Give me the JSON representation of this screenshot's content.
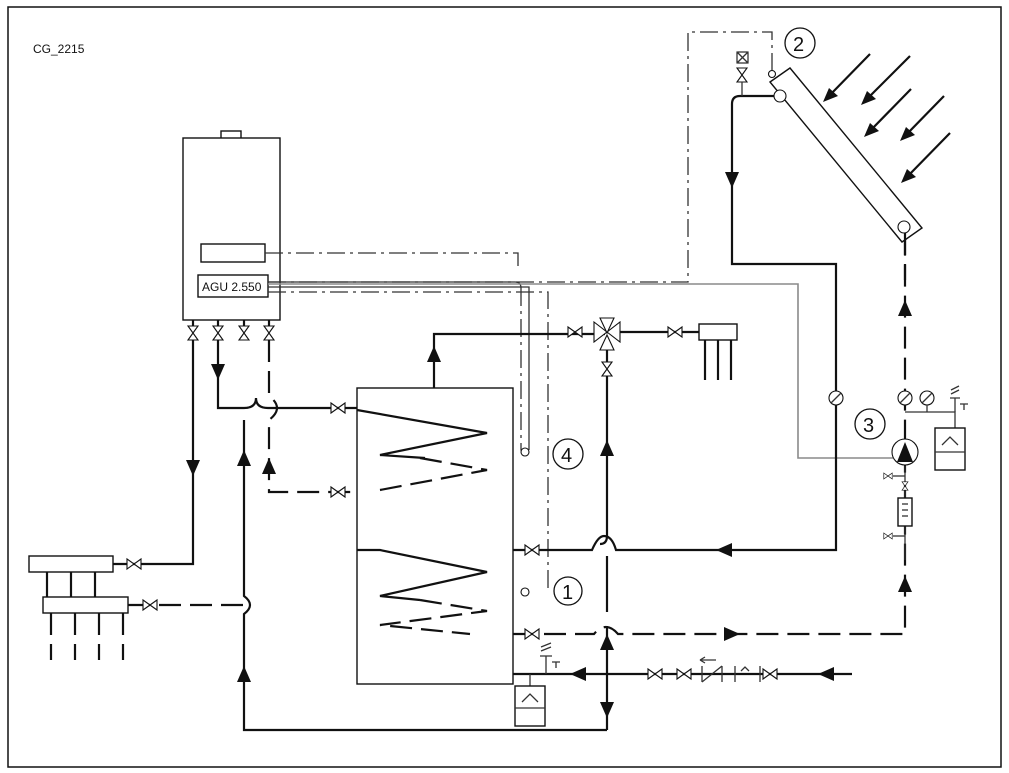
{
  "figure": {
    "code": "CG_2215",
    "controller_label": "AGU 2.550",
    "callouts": [
      "1",
      "2",
      "3",
      "4"
    ]
  },
  "icons": [
    "solar-collector-icon",
    "sun-ray-icon",
    "circulation-pump-icon",
    "expansion-vessel-icon",
    "valve-icon",
    "check-valve-icon",
    "mixing-valve-icon",
    "sensor-icon",
    "gauge-icon",
    "safety-valve-icon",
    "flow-meter-icon",
    "tap-icon"
  ]
}
